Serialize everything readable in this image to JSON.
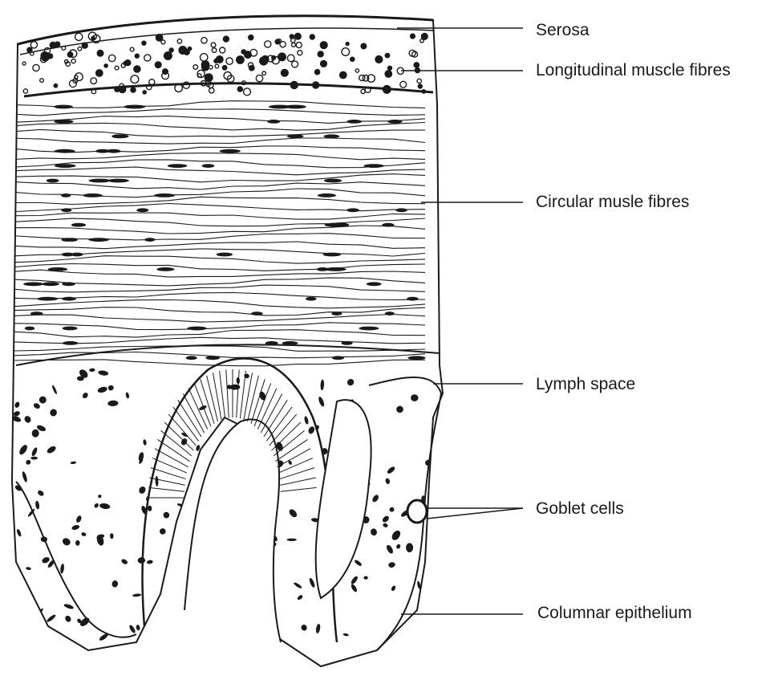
{
  "labels": {
    "serosa": "Serosa",
    "longitudinal": "Longitudinal muscle fibres",
    "circular": "Circular musle fibres",
    "lymph": "Lymph space",
    "goblet": "Goblet cells",
    "columnar": "Columnar epithelium"
  },
  "colors": {
    "ink": "#1a1a1a",
    "paper": "#ffffff"
  }
}
